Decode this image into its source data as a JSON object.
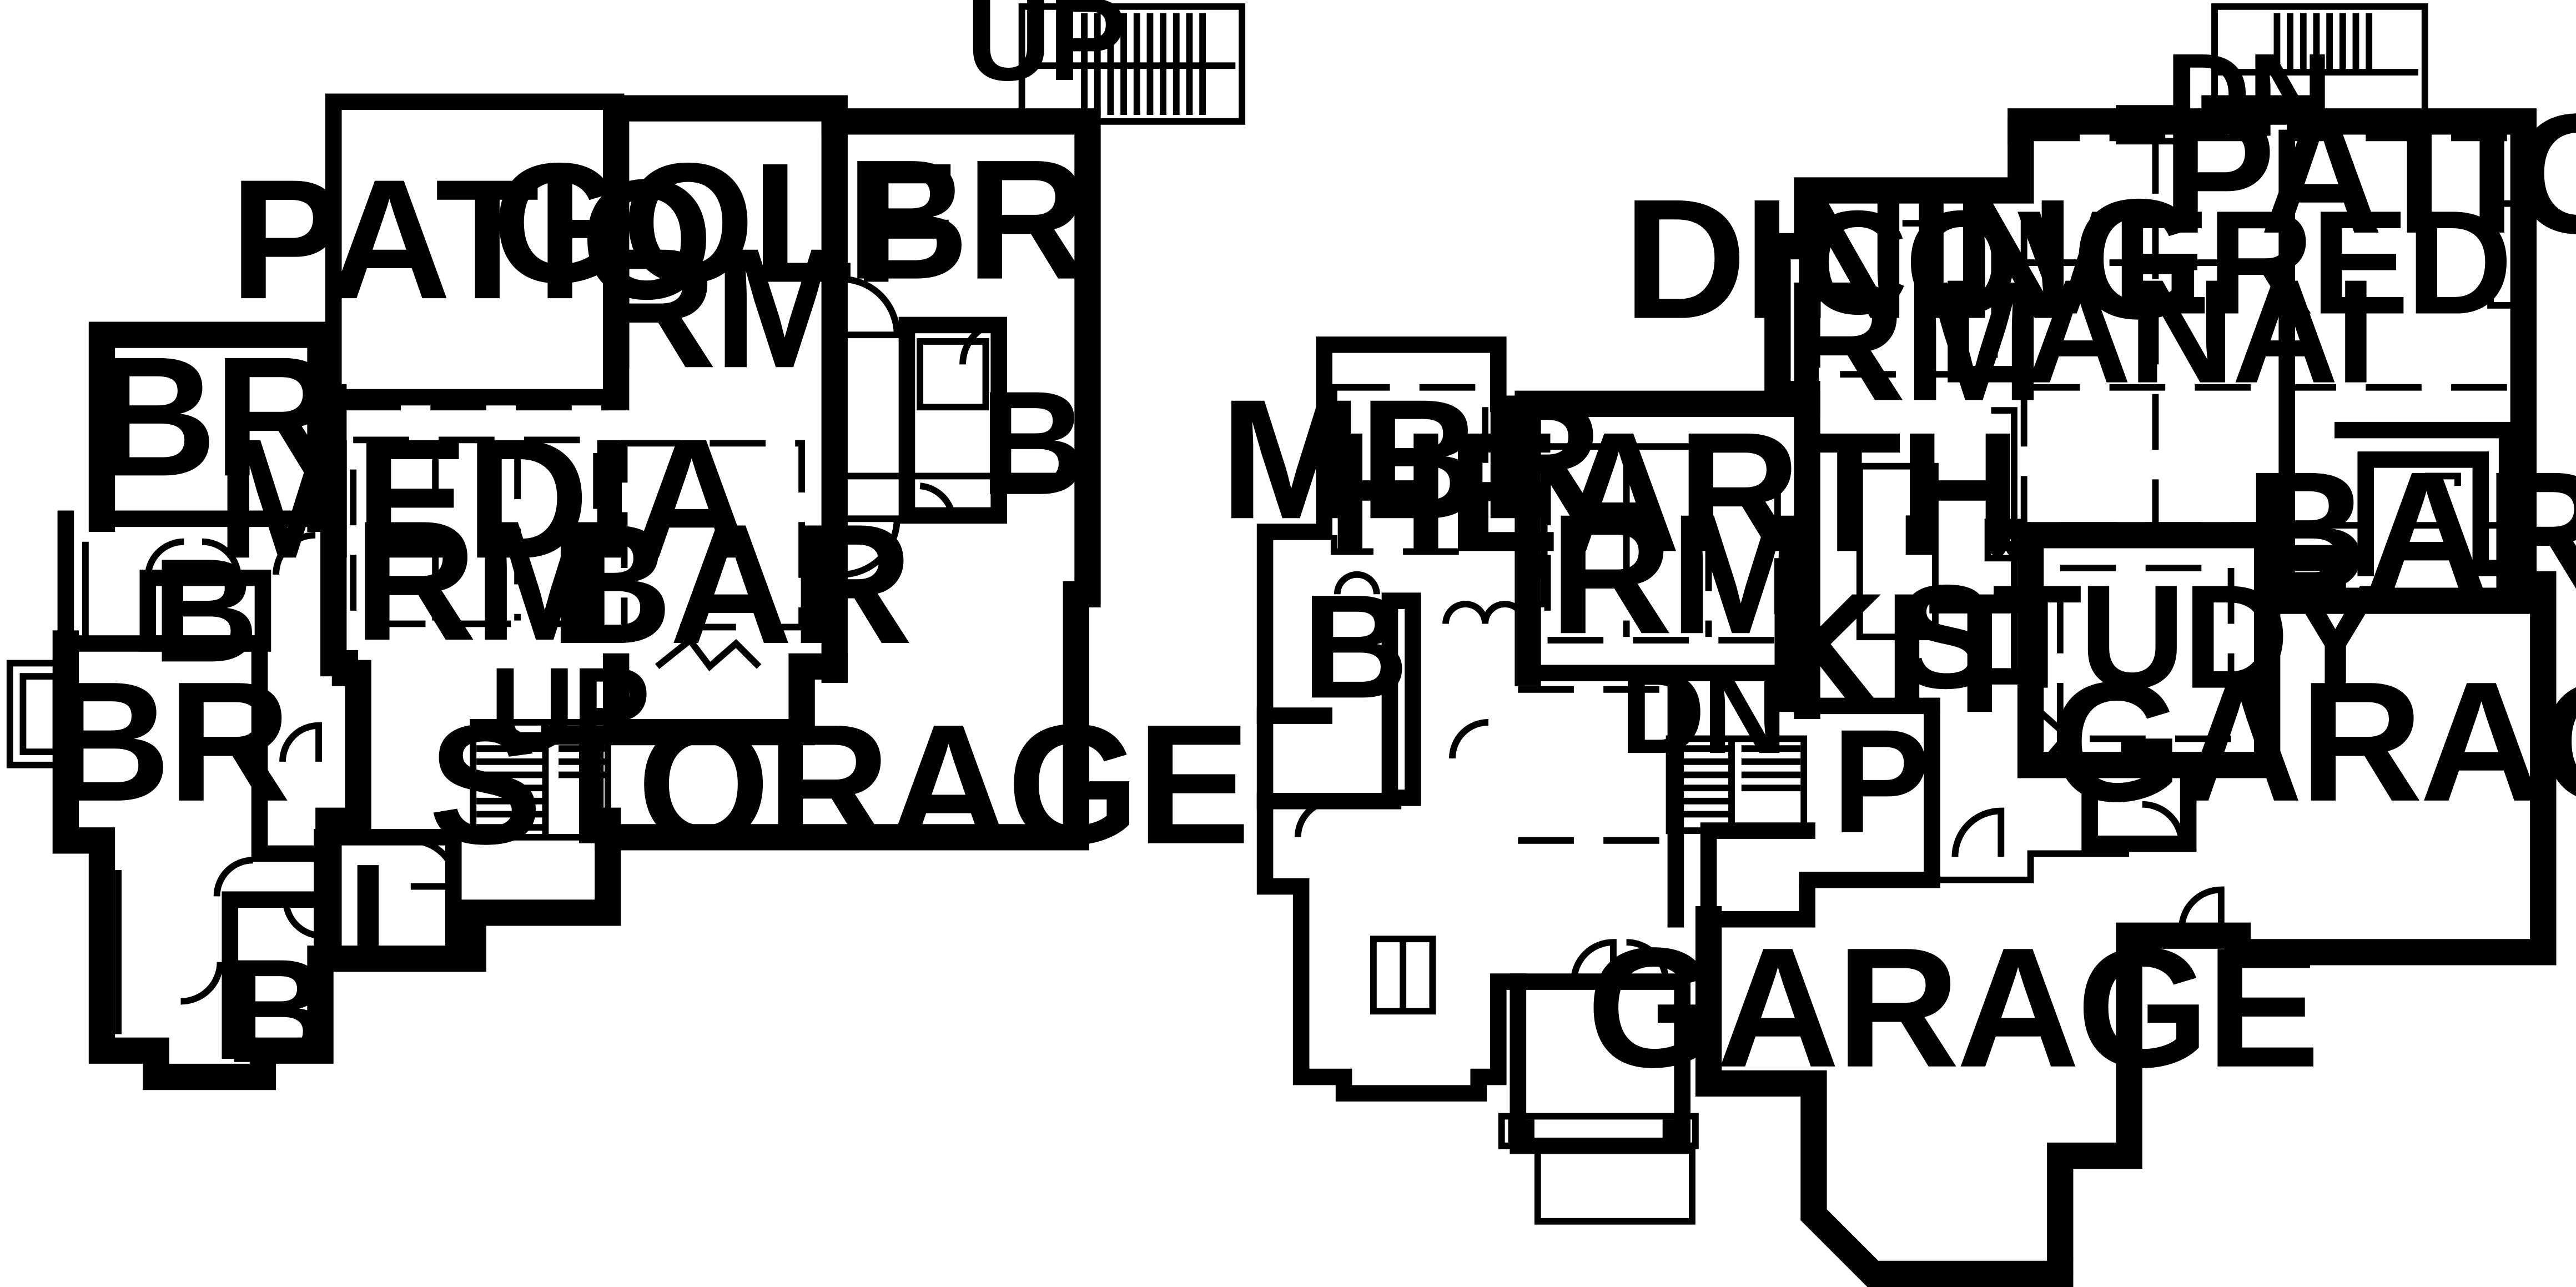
{
  "floor_plans": {
    "lower_level": {
      "rooms": {
        "patio": "PATIO",
        "golf_rm_line1": "GOLF",
        "golf_rm_line2": "RM",
        "br_top_right": "BR",
        "br_top_left": "BR",
        "bath_left_upper": "B",
        "media_rm_line1": "MEDIA",
        "media_rm_line2": "RM",
        "bar": "BAR",
        "bath_right": "B",
        "br_left": "BR",
        "storage": "STORAGE",
        "stair_up": "UP",
        "laundry": "L",
        "bath_left_lower": "B",
        "exterior_stair_up": "UP"
      }
    },
    "main_level": {
      "rooms": {
        "exterior_stair_dn": "DN",
        "patio": "PATIO",
        "dining_rm_line1": "DINING",
        "dining_rm_line2": "RM",
        "covered_lanai_line1": "COVERED",
        "covered_lanai_line2": "LANAI",
        "mbr": "MBR",
        "hearth_rm_line1": "HEARTH",
        "hearth_rm_line2": "RM",
        "bar": "BAR",
        "bath": "B",
        "kit": "KIT",
        "study": "STUDY",
        "stair_dn": "DN",
        "pantry": "P",
        "garage_right": "GARAGE",
        "garage_main": "GARAGE"
      }
    }
  }
}
